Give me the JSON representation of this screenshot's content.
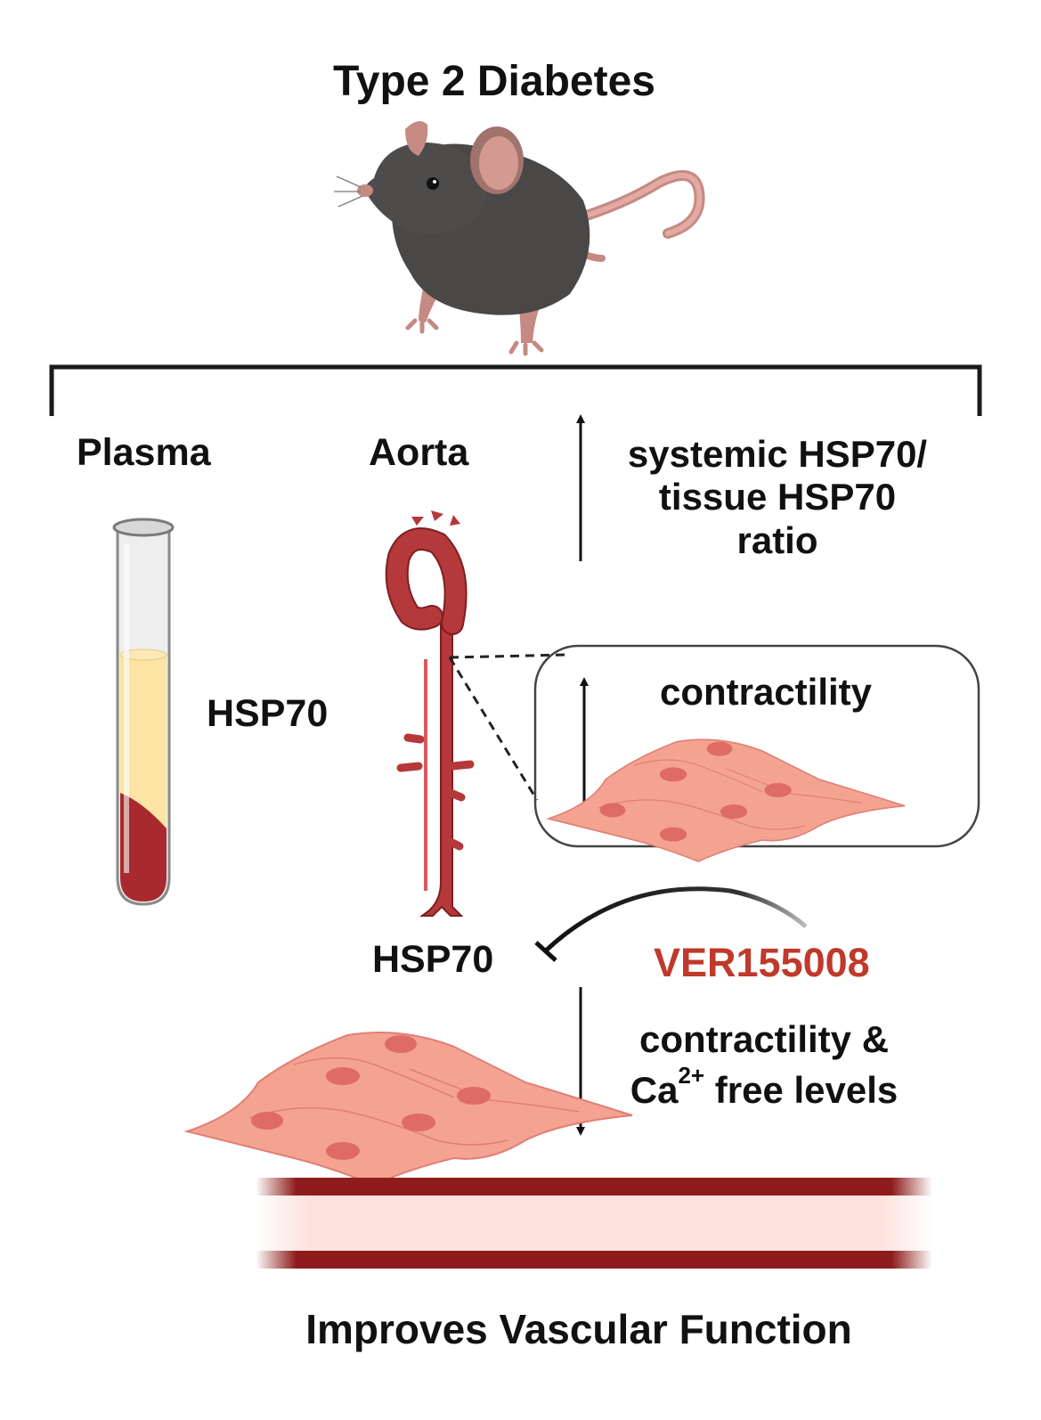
{
  "title": "Type 2 Diabetes",
  "labels": {
    "plasma": "Plasma",
    "aorta": "Aorta",
    "plasma_marker": "HSP70",
    "tissue_marker": "HSP70",
    "drug": "VER155008",
    "outcome": "Improves Vascular Function"
  },
  "ratio_lines": [
    "systemic HSP70/",
    "tissue HSP70",
    "ratio"
  ],
  "box_text": "contractility",
  "decrease_text": {
    "line1": "contractility &",
    "line2_prefix": "Ca",
    "line2_sup": "2+",
    "line2_suffix": " free levels"
  },
  "colors": {
    "drug": "#c0392b",
    "aorta": "#b5383b",
    "cells": "#f4a393",
    "nuclei": "#de6b65",
    "vessel_wall": "#8e1c1c",
    "vessel_lumen": "#fde1dc",
    "plasma": "#fbe4a4",
    "blood": "#a82a2e",
    "mouse": "#4a4747"
  }
}
